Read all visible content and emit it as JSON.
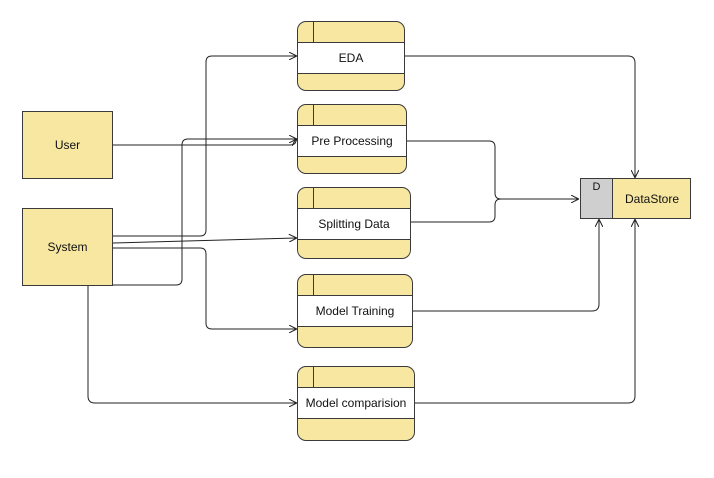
{
  "entities": {
    "user": "User",
    "system": "System"
  },
  "processes": {
    "eda": "EDA",
    "pre_processing": "Pre Processing",
    "splitting_data": "Splitting Data",
    "model_training": "Model Training",
    "model_comparision": "Model comparision"
  },
  "datastore": {
    "id": "D",
    "name": "DataStore"
  },
  "colors": {
    "fill": "#f7e7a1",
    "store_id_fill": "#cfcfcf",
    "stroke": "#3a3a3a",
    "band": "#ffffff"
  }
}
